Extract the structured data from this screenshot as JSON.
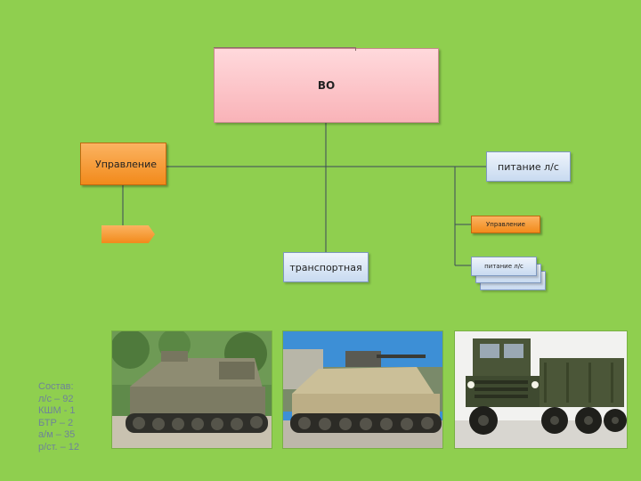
{
  "diagram": {
    "top_node": "ВО",
    "node_left": "Управление",
    "node_right": "питание л/с",
    "node_center": "транспортная",
    "node_right_small": "Управление",
    "node_right_small_stack": "питание л/с"
  },
  "composition": {
    "lines": [
      "Состав:",
      "л/с – 92",
      "КШМ - 1",
      "БТР – 2",
      "а/м – 35",
      "р/ст. – 12"
    ]
  },
  "photos": [
    {
      "subject": "armored-command-vehicle"
    },
    {
      "subject": "armored-personnel-carrier"
    },
    {
      "subject": "military-truck"
    }
  ],
  "colors": {
    "background": "#8fcf4f",
    "top_node": "#f9b3b8",
    "orange_node": "#f28a1b",
    "blue_node": "#c8daf0"
  }
}
